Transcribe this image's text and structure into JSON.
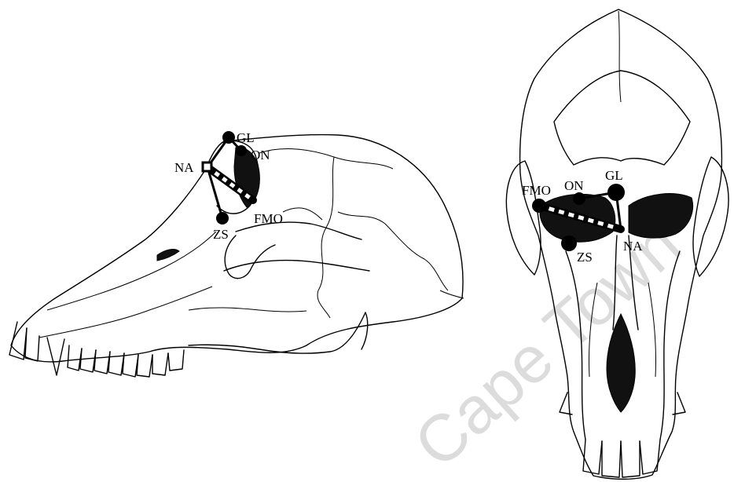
{
  "lateral_view": {
    "labels": {
      "gl": "GL",
      "on": "ON",
      "na": "NA",
      "fmo": "FMO",
      "zs": "ZS"
    }
  },
  "frontal_view": {
    "labels": {
      "gl": "GL",
      "on": "ON",
      "fmo": "FMO",
      "zs": "ZS",
      "na": "NA"
    }
  },
  "watermark": "Cape Town"
}
